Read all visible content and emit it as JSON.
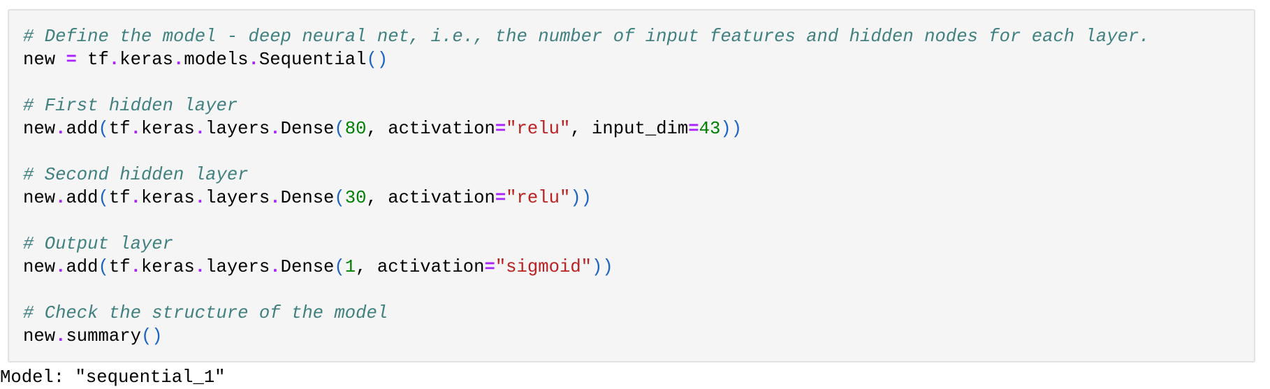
{
  "colors": {
    "page_background": "#ffffff",
    "cell_background": "#f5f5f5",
    "cell_border": "#e2e2e2",
    "code_text": "#000000",
    "comment": "#408080",
    "operator": "#aa22ff",
    "number": "#008000",
    "string": "#ba2121",
    "paren": "#1c63c5"
  },
  "cell": {
    "code_lines": [
      [
        {
          "t": "# Define the model - deep neural net, i.e., the number of input features and hidden nodes for each layer.",
          "c": "comment"
        }
      ],
      [
        {
          "t": "new ",
          "c": "plain"
        },
        {
          "t": "=",
          "c": "op"
        },
        {
          "t": " tf",
          "c": "plain"
        },
        {
          "t": ".",
          "c": "op"
        },
        {
          "t": "keras",
          "c": "plain"
        },
        {
          "t": ".",
          "c": "op"
        },
        {
          "t": "models",
          "c": "plain"
        },
        {
          "t": ".",
          "c": "op"
        },
        {
          "t": "Sequential",
          "c": "plain"
        },
        {
          "t": "()",
          "c": "paren"
        }
      ],
      [],
      [
        {
          "t": "# First hidden layer",
          "c": "comment"
        }
      ],
      [
        {
          "t": "new",
          "c": "plain"
        },
        {
          "t": ".",
          "c": "op"
        },
        {
          "t": "add",
          "c": "plain"
        },
        {
          "t": "(",
          "c": "paren"
        },
        {
          "t": "tf",
          "c": "plain"
        },
        {
          "t": ".",
          "c": "op"
        },
        {
          "t": "keras",
          "c": "plain"
        },
        {
          "t": ".",
          "c": "op"
        },
        {
          "t": "layers",
          "c": "plain"
        },
        {
          "t": ".",
          "c": "op"
        },
        {
          "t": "Dense",
          "c": "plain"
        },
        {
          "t": "(",
          "c": "paren"
        },
        {
          "t": "80",
          "c": "num"
        },
        {
          "t": ", activation",
          "c": "plain"
        },
        {
          "t": "=",
          "c": "op"
        },
        {
          "t": "\"relu\"",
          "c": "str"
        },
        {
          "t": ", input_dim",
          "c": "plain"
        },
        {
          "t": "=",
          "c": "op"
        },
        {
          "t": "43",
          "c": "num"
        },
        {
          "t": "))",
          "c": "paren"
        }
      ],
      [],
      [
        {
          "t": "# Second hidden layer",
          "c": "comment"
        }
      ],
      [
        {
          "t": "new",
          "c": "plain"
        },
        {
          "t": ".",
          "c": "op"
        },
        {
          "t": "add",
          "c": "plain"
        },
        {
          "t": "(",
          "c": "paren"
        },
        {
          "t": "tf",
          "c": "plain"
        },
        {
          "t": ".",
          "c": "op"
        },
        {
          "t": "keras",
          "c": "plain"
        },
        {
          "t": ".",
          "c": "op"
        },
        {
          "t": "layers",
          "c": "plain"
        },
        {
          "t": ".",
          "c": "op"
        },
        {
          "t": "Dense",
          "c": "plain"
        },
        {
          "t": "(",
          "c": "paren"
        },
        {
          "t": "30",
          "c": "num"
        },
        {
          "t": ", activation",
          "c": "plain"
        },
        {
          "t": "=",
          "c": "op"
        },
        {
          "t": "\"relu\"",
          "c": "str"
        },
        {
          "t": "))",
          "c": "paren"
        }
      ],
      [],
      [
        {
          "t": "# Output layer",
          "c": "comment"
        }
      ],
      [
        {
          "t": "new",
          "c": "plain"
        },
        {
          "t": ".",
          "c": "op"
        },
        {
          "t": "add",
          "c": "plain"
        },
        {
          "t": "(",
          "c": "paren"
        },
        {
          "t": "tf",
          "c": "plain"
        },
        {
          "t": ".",
          "c": "op"
        },
        {
          "t": "keras",
          "c": "plain"
        },
        {
          "t": ".",
          "c": "op"
        },
        {
          "t": "layers",
          "c": "plain"
        },
        {
          "t": ".",
          "c": "op"
        },
        {
          "t": "Dense",
          "c": "plain"
        },
        {
          "t": "(",
          "c": "paren"
        },
        {
          "t": "1",
          "c": "num"
        },
        {
          "t": ", activation",
          "c": "plain"
        },
        {
          "t": "=",
          "c": "op"
        },
        {
          "t": "\"sigmoid\"",
          "c": "str"
        },
        {
          "t": "))",
          "c": "paren"
        }
      ],
      [],
      [
        {
          "t": "# Check the structure of the model",
          "c": "comment"
        }
      ],
      [
        {
          "t": "new",
          "c": "plain"
        },
        {
          "t": ".",
          "c": "op"
        },
        {
          "t": "summary",
          "c": "plain"
        },
        {
          "t": "()",
          "c": "paren"
        }
      ]
    ]
  },
  "output": {
    "text": "Model: \"sequential_1\""
  }
}
